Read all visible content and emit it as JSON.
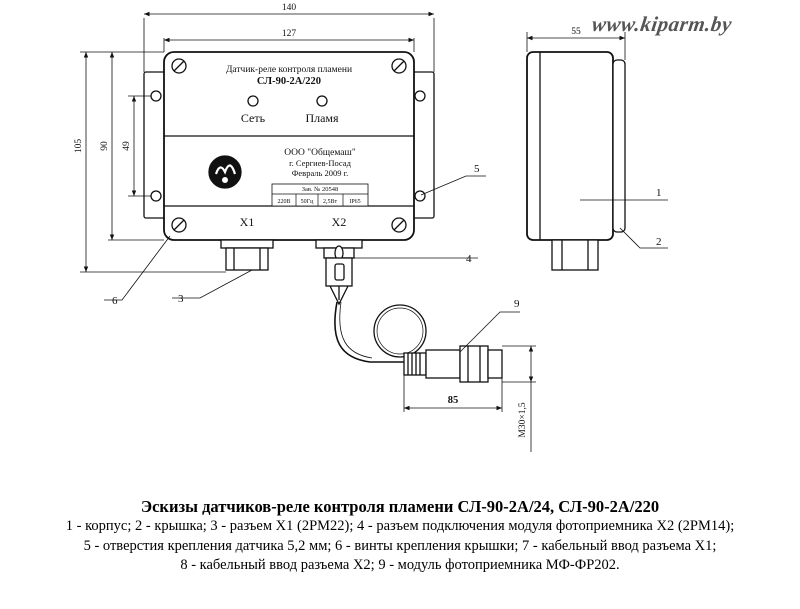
{
  "watermark": "www.kiparm.by",
  "device": {
    "title_line1": "Датчик-реле контроля пламени",
    "title_line2": "СЛ-90-2А/220",
    "led_left": "Сеть",
    "led_right": "Пламя",
    "maker_name": "ООО \"Общемаш\"",
    "maker_city": "г. Сергиев-Посад",
    "maker_date": "Февраль 2009 г.",
    "serial": "Зав. № 20548",
    "spec": [
      "220В",
      "50Гц",
      "2,5Вт",
      "IP65"
    ],
    "connector_left": "X1",
    "connector_right": "X2"
  },
  "dimensions": {
    "d140": "140",
    "d127": "127",
    "d55": "55",
    "d105": "105",
    "d90": "90",
    "d49": "49",
    "d85": "85",
    "thread": "M30×1,5"
  },
  "callouts": [
    "1",
    "2",
    "3",
    "4",
    "5",
    "6",
    "9"
  ],
  "caption": {
    "title": "Эскизы датчиков-реле контроля пламени СЛ-90-2А/24, СЛ-90-2А/220",
    "line1": "1 - корпус; 2 - крышка; 3 - разъем X1 (2РМ22); 4 - разъем подключения модуля фотоприемника X2 (2РМ14);",
    "line2": "5 - отверстия крепления датчика     5,2 мм; 6 - винты крепления крышки; 7 - кабельный ввод разъема X1;",
    "line3": "8 - кабельный ввод разъема X2;  9 - модуль фотоприемника МФ-ФР202."
  }
}
